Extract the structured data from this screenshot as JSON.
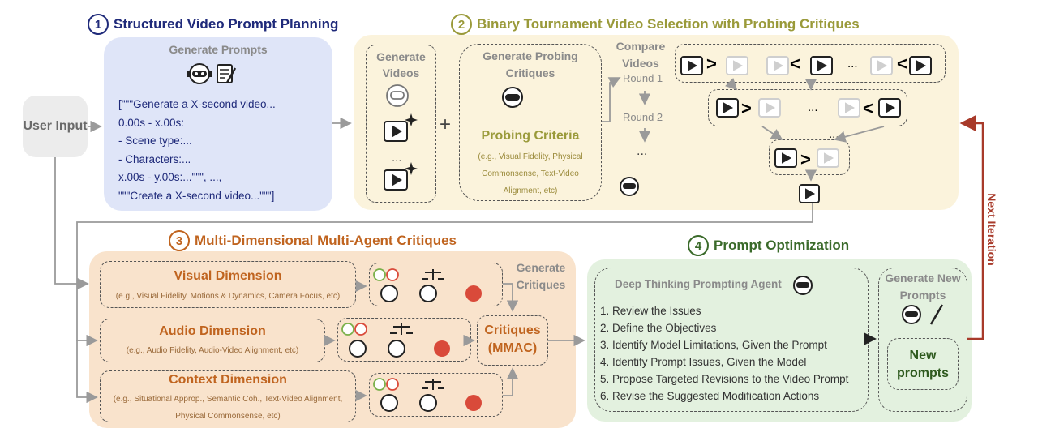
{
  "sections": {
    "s1": {
      "num": "1",
      "title": "Structured Video Prompt Planning"
    },
    "s2": {
      "num": "2",
      "title": "Binary Tournament Video Selection with Probing Critiques"
    },
    "s3": {
      "num": "3",
      "title": "Multi-Dimensional Multi-Agent Critiques"
    },
    "s4": {
      "num": "4",
      "title": "Prompt Optimization"
    }
  },
  "user_input": "User Input",
  "prompt_planning": {
    "header": "Generate Prompts",
    "lines": [
      "[\"\"\"Generate a X-second video...",
      "0.00s - x.00s:",
      "- Scene type:...",
      "- Characters:...",
      "x.00s - y.00s:...\"\"\", ...,",
      "\"\"\"Create a X-second video...\"\"\"]"
    ]
  },
  "tournament": {
    "generate_videos": "Generate Videos",
    "plus": "+",
    "probing_header": "Generate Probing Critiques",
    "probing_title": "Probing Criteria",
    "probing_sub": "(e.g., Visual Fidelity, Physical Commonsense, Text-Video Alignment, etc)",
    "compare": "Compare Videos",
    "round1": "Round 1",
    "round2": "Round 2",
    "ellipsis": "...",
    "gt": ">",
    "lt": "<"
  },
  "critiques": {
    "visual_title": "Visual Dimension",
    "visual_sub": "(e.g., Visual Fidelity, Motions & Dynamics, Camera Focus, etc)",
    "audio_title": "Audio Dimension",
    "audio_sub": "(e.g., Audio Fidelity, Audio-Video Alignment, etc)",
    "context_title": "Context Dimension",
    "context_sub": "(e.g., Situational Approp., Semantic Coh., Text-Video Alignment, Physical Commonsense, etc)",
    "generate_label": "Generate Critiques",
    "mmac": "Critiques (MMAC)"
  },
  "optimization": {
    "agent": "Deep Thinking Prompting Agent",
    "steps": [
      "1. Review the Issues",
      "2. Define the Objectives",
      "3. Identify Model Limitations, Given the Prompt",
      "4. Identify Prompt Issues, Given the Model",
      "5. Propose Targeted Revisions to the Video Prompt",
      "6. Revise the Suggested Modification Actions"
    ],
    "new_header": "Generate New Prompts",
    "new_prompts": "New prompts"
  },
  "next_iteration": "Next Iteration",
  "colors": {
    "navy": "#1f2a7a",
    "olive": "#9a9a3a",
    "orange": "#c0641f",
    "green": "#3a6a2a",
    "red": "#a83a2a",
    "blue_panel": "#dfe5f8",
    "yellow_panel": "#fbf3dc",
    "orange_panel": "#f9e3cc",
    "green_panel": "#e3f1df"
  }
}
